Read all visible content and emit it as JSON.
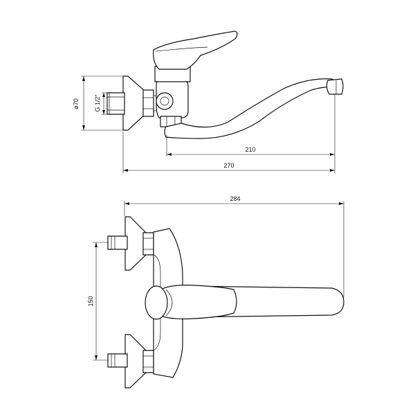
{
  "drawing": {
    "side_view": {
      "dim_diameter": "ø70",
      "dim_thread": "G 1/2\"",
      "dim_spout_reach": "210",
      "dim_total_length": "270"
    },
    "top_view": {
      "dim_overall_width": "284",
      "dim_spacing": "150"
    }
  }
}
